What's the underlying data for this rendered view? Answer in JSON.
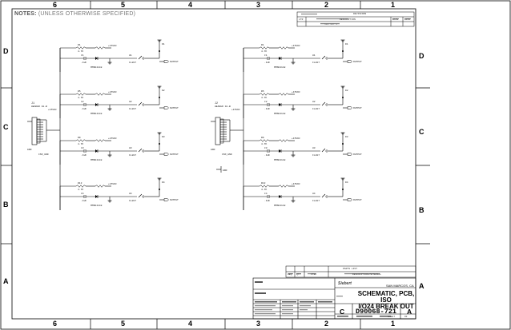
{
  "zones": {
    "top": [
      "6",
      "5",
      "4",
      "3",
      "2",
      "1"
    ],
    "bottom": [
      "6",
      "5",
      "4",
      "3",
      "2",
      "1"
    ],
    "left": [
      "D",
      "C",
      "B",
      "A"
    ],
    "right": [
      "D",
      "C",
      "B",
      "A"
    ]
  },
  "notes": {
    "label": "NOTES:",
    "text": "(UNLESS OTHERWISE SPECIFIED)"
  },
  "revision_block": {
    "title": "REVISIONS",
    "headers": [
      "LTR",
      "DESCRIPTION",
      "DATE",
      "APPD"
    ],
    "row": "SEE SHT 1"
  },
  "parts_list": {
    "title": "PARTS LIST",
    "headers": [
      "REQ",
      "QTY",
      "ITEM",
      "DESCRIPTION/MATERIAL"
    ]
  },
  "title_block": {
    "company": "Siebert",
    "city": "SAN MARCOS, CA",
    "title_line1": "SCHEMATIC, PCB, ISO",
    "title_line2": "I/O24 BREAK OUT",
    "size": "C",
    "doc_number": "D90068-721",
    "rev": "A",
    "sheet_label": "SHEET",
    "sheet_value": "OF"
  },
  "schematic": {
    "connector_left": "J1",
    "connector_right": "J2",
    "connector_part": "HEADER 10-B",
    "connector_net": "ISO_GND",
    "channel_labels": [
      "OUTPUT",
      "OUTPUT",
      "OUTPUT",
      "OUTPUT"
    ],
    "resistor_label": "4.7K",
    "cap_label": ".1UF",
    "diode_label": "MMSD4148",
    "supply_label": "+15VDC",
    "optocoupler_label": "IL207",
    "ground_label": "GND"
  }
}
